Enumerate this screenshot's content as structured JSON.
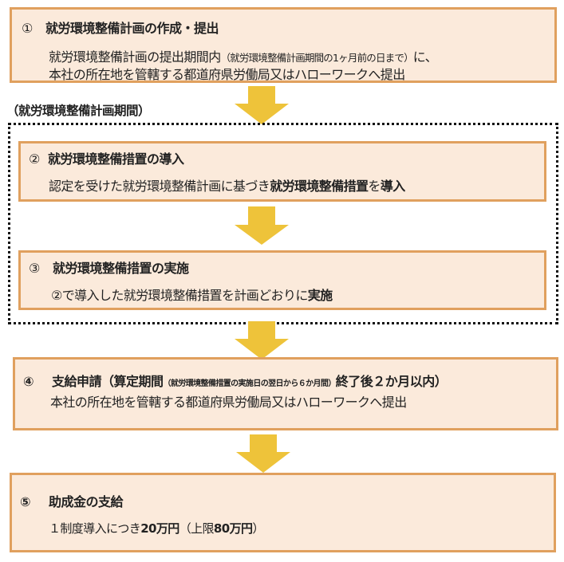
{
  "steps": [
    {
      "number": "①",
      "title": "就労環境整備計画の作成・提出",
      "lines": [
        {
          "pre": "就労環境整備計画の提出期間内",
          "paren": "（就労環境整備計画期間の1ヶ月前の日まで）",
          "post": "に、"
        },
        {
          "text": "本社の所在地を管轄する都道府県労働局又はハローワークへ提出"
        }
      ]
    },
    {
      "number": "②",
      "title": "就労環境整備措置の導入",
      "line": {
        "pre": "認定を受けた就労環境整備計画に基づき",
        "bold1": "就労環境整備措置",
        "mid": "を",
        "bold2": "導入"
      }
    },
    {
      "number": "③",
      "title": "就労環境整備措置の実施",
      "line": {
        "pre": "②で導入した就労環境整備措置を計画どおりに",
        "bold": "実施"
      }
    },
    {
      "number": "④",
      "title_pre": "支給申請（算定期間",
      "title_small": "（就労環境整備措置の実施日の翌日から６か月間）",
      "title_post": "終了後２か月以内）",
      "line": "本社の所在地を管轄する都道府県労働局又はハローワークへ提出"
    },
    {
      "number": "⑤",
      "title": "助成金の支給",
      "line": {
        "pre": "１制度導入につき",
        "bold1": "20万円",
        "mid": "（上限",
        "bold2": "80万円",
        "post": "）"
      }
    }
  ],
  "period_label": "（就労環境整備計画期間）",
  "colors": {
    "box_fill": "#FBEADB",
    "box_border": "#E0A05E",
    "arrow": "#EEC33A",
    "dotted_border": "#111111"
  }
}
